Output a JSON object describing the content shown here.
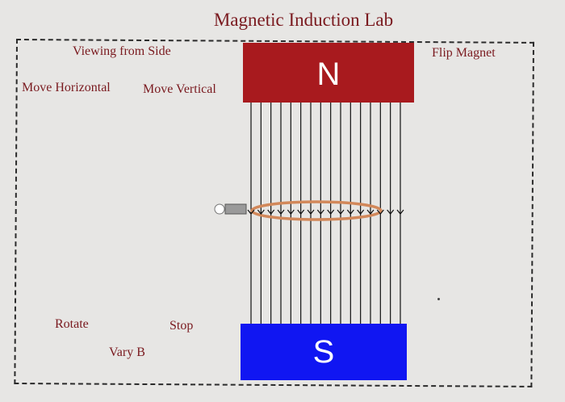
{
  "app": {
    "title": "Magnetic Induction Lab"
  },
  "controls": {
    "viewing": "Viewing from Side",
    "move_horizontal": "Move Horizontal",
    "move_vertical": "Move Vertical",
    "flip_magnet": "Flip Magnet",
    "rotate": "Rotate",
    "stop": "Stop",
    "vary_b": "Vary B"
  },
  "magnet": {
    "north_label": "N",
    "south_label": "S",
    "north_color": "#a81a1e",
    "south_color": "#1016f2"
  },
  "field": {
    "line_count": 16,
    "direction": "down",
    "line_color": "#111111"
  },
  "loop": {
    "ring_color": "#d2885a",
    "handle_icon": "loop-handle-icon"
  }
}
